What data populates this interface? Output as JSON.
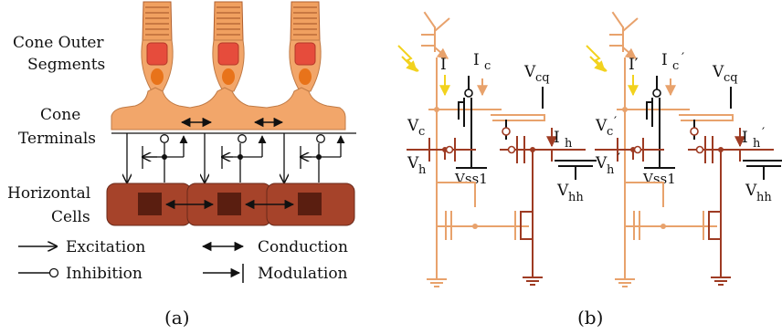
{
  "panel_a": {
    "caption": "(a)",
    "labels": {
      "cone_outer_1": "Cone Outer",
      "cone_outer_2": "Segments",
      "cone_term_1": "Cone",
      "cone_term_2": "Terminals",
      "horiz_1": "Horizontal",
      "horiz_2": "Cells"
    },
    "legend": {
      "excitation": "Excitation",
      "conduction": "Conduction",
      "inhibition": "Inhibition",
      "modulation": "Modulation"
    }
  },
  "panel_b": {
    "caption": "(b)",
    "left": {
      "I": "I",
      "Ic": "I",
      "Ic_sub": "c",
      "Vcq": "V",
      "Vcq_sub": "cq",
      "Vc": "V",
      "Vc_sub": "c",
      "Ih": "I",
      "Ih_sub": "h",
      "Vh": "V",
      "Vh_sub": "h",
      "Vss": "Vss1",
      "Vhh": "V",
      "Vhh_sub": "hh"
    },
    "right": {
      "I": "I′",
      "Ic": "I",
      "Ic_sub": "c",
      "Ic_prime": "′",
      "Vcq": "V",
      "Vcq_sub": "cq",
      "Vc": "V",
      "Vc_sub": "c",
      "Vc_prime": "′",
      "Ih": "I",
      "Ih_sub": "h",
      "Ih_prime": "′",
      "Vh": "V",
      "Vh_sub": "h",
      "Vh_prime": "′",
      "Vss": "Vss1",
      "Vhh": "V",
      "Vhh_sub": "hh"
    }
  },
  "colors": {
    "cone_fill": "#f2a66a",
    "outer_fill": "#f0a060",
    "outer_stroke": "#b06030",
    "nucleus_red": "#e64c3c",
    "nucleus_orange": "#e8731a",
    "horizontal_fill": "#a6432a",
    "horizontal_dark": "#5a1e10",
    "light_wire": "#e8a26c",
    "dark_wire": "#9e3b23",
    "light_arrow": "#f2d21e"
  }
}
